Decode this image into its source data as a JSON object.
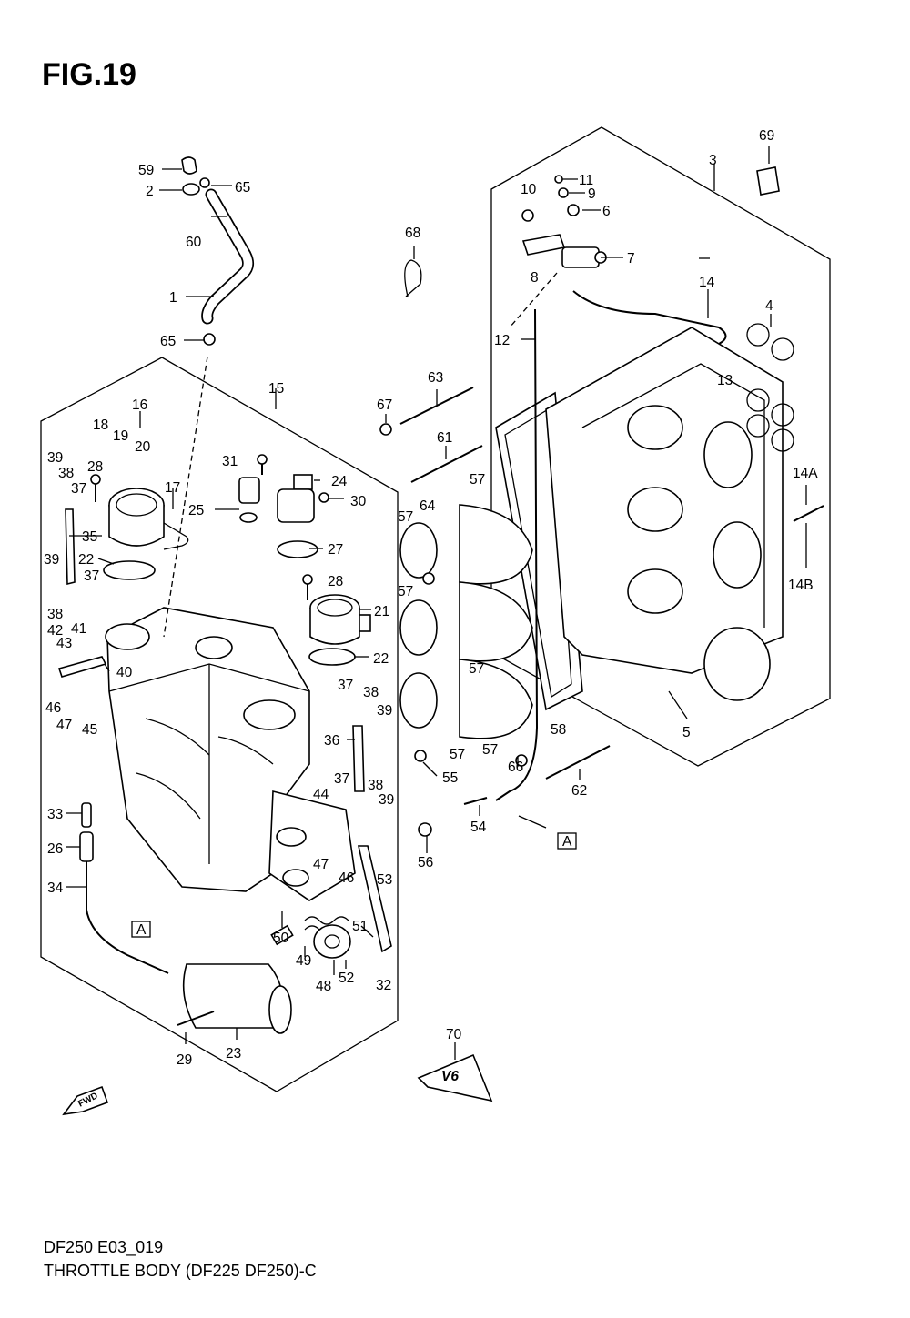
{
  "figure": {
    "title": "FIG.19",
    "model_code": "DF250 E03_019",
    "caption": "THROTTLE BODY (DF225 DF250)-C",
    "ref_marker": "A",
    "fwd_label": "FWD",
    "emblem_text": "V6"
  },
  "callouts": [
    {
      "id": "c59",
      "text": "59"
    },
    {
      "id": "c2",
      "text": "2"
    },
    {
      "id": "c65a",
      "text": "65"
    },
    {
      "id": "c60",
      "text": "60"
    },
    {
      "id": "c1",
      "text": "1"
    },
    {
      "id": "c65b",
      "text": "65"
    },
    {
      "id": "c15",
      "text": "15"
    },
    {
      "id": "c16",
      "text": "16"
    },
    {
      "id": "c18",
      "text": "18"
    },
    {
      "id": "c19",
      "text": "19"
    },
    {
      "id": "c20",
      "text": "20"
    },
    {
      "id": "c17",
      "text": "17"
    },
    {
      "id": "c39a",
      "text": "39"
    },
    {
      "id": "c38a",
      "text": "38"
    },
    {
      "id": "c28a",
      "text": "28"
    },
    {
      "id": "c37a",
      "text": "37"
    },
    {
      "id": "c35",
      "text": "35"
    },
    {
      "id": "c22a",
      "text": "22"
    },
    {
      "id": "c39b",
      "text": "39"
    },
    {
      "id": "c37b",
      "text": "37"
    },
    {
      "id": "c38b",
      "text": "38"
    },
    {
      "id": "c42",
      "text": "42"
    },
    {
      "id": "c41",
      "text": "41"
    },
    {
      "id": "c43",
      "text": "43"
    },
    {
      "id": "c40",
      "text": "40"
    },
    {
      "id": "c46a",
      "text": "46"
    },
    {
      "id": "c47a",
      "text": "47"
    },
    {
      "id": "c45",
      "text": "45"
    },
    {
      "id": "c31",
      "text": "31"
    },
    {
      "id": "c24",
      "text": "24"
    },
    {
      "id": "c25",
      "text": "25"
    },
    {
      "id": "c30",
      "text": "30"
    },
    {
      "id": "c27",
      "text": "27"
    },
    {
      "id": "c28b",
      "text": "28"
    },
    {
      "id": "c21",
      "text": "21"
    },
    {
      "id": "c22b",
      "text": "22"
    },
    {
      "id": "c37c",
      "text": "37"
    },
    {
      "id": "c38c",
      "text": "38"
    },
    {
      "id": "c39c",
      "text": "39"
    },
    {
      "id": "c36",
      "text": "36"
    },
    {
      "id": "c37d",
      "text": "37"
    },
    {
      "id": "c38d",
      "text": "38"
    },
    {
      "id": "c44",
      "text": "44"
    },
    {
      "id": "c39d",
      "text": "39"
    },
    {
      "id": "c47b",
      "text": "47"
    },
    {
      "id": "c46b",
      "text": "46"
    },
    {
      "id": "c53",
      "text": "53"
    },
    {
      "id": "c33",
      "text": "33"
    },
    {
      "id": "c26",
      "text": "26"
    },
    {
      "id": "c34",
      "text": "34"
    },
    {
      "id": "c50",
      "text": "50"
    },
    {
      "id": "c49",
      "text": "49"
    },
    {
      "id": "c48",
      "text": "48"
    },
    {
      "id": "c51",
      "text": "51"
    },
    {
      "id": "c52",
      "text": "52"
    },
    {
      "id": "c32",
      "text": "32"
    },
    {
      "id": "c29",
      "text": "29"
    },
    {
      "id": "c23",
      "text": "23"
    },
    {
      "id": "c68",
      "text": "68"
    },
    {
      "id": "c67",
      "text": "67"
    },
    {
      "id": "c63",
      "text": "63"
    },
    {
      "id": "c61",
      "text": "61"
    },
    {
      "id": "c57a",
      "text": "57"
    },
    {
      "id": "c64",
      "text": "64"
    },
    {
      "id": "c57b",
      "text": "57"
    },
    {
      "id": "c57c",
      "text": "57"
    },
    {
      "id": "c57d",
      "text": "57"
    },
    {
      "id": "c57e",
      "text": "57"
    },
    {
      "id": "c57f",
      "text": "57"
    },
    {
      "id": "c55",
      "text": "55"
    },
    {
      "id": "c66",
      "text": "66"
    },
    {
      "id": "c58",
      "text": "58"
    },
    {
      "id": "c54",
      "text": "54"
    },
    {
      "id": "c56",
      "text": "56"
    },
    {
      "id": "c62",
      "text": "62"
    },
    {
      "id": "c12",
      "text": "12"
    },
    {
      "id": "c10",
      "text": "10"
    },
    {
      "id": "c11",
      "text": "11"
    },
    {
      "id": "c9",
      "text": "9"
    },
    {
      "id": "c6",
      "text": "6"
    },
    {
      "id": "c7",
      "text": "7"
    },
    {
      "id": "c8",
      "text": "8"
    },
    {
      "id": "c3",
      "text": "3"
    },
    {
      "id": "c69",
      "text": "69"
    },
    {
      "id": "c14",
      "text": "14"
    },
    {
      "id": "c13",
      "text": "13"
    },
    {
      "id": "c4",
      "text": "4"
    },
    {
      "id": "c14A",
      "text": "14A"
    },
    {
      "id": "c14B",
      "text": "14B"
    },
    {
      "id": "c5",
      "text": "5"
    },
    {
      "id": "c70",
      "text": "70"
    }
  ]
}
